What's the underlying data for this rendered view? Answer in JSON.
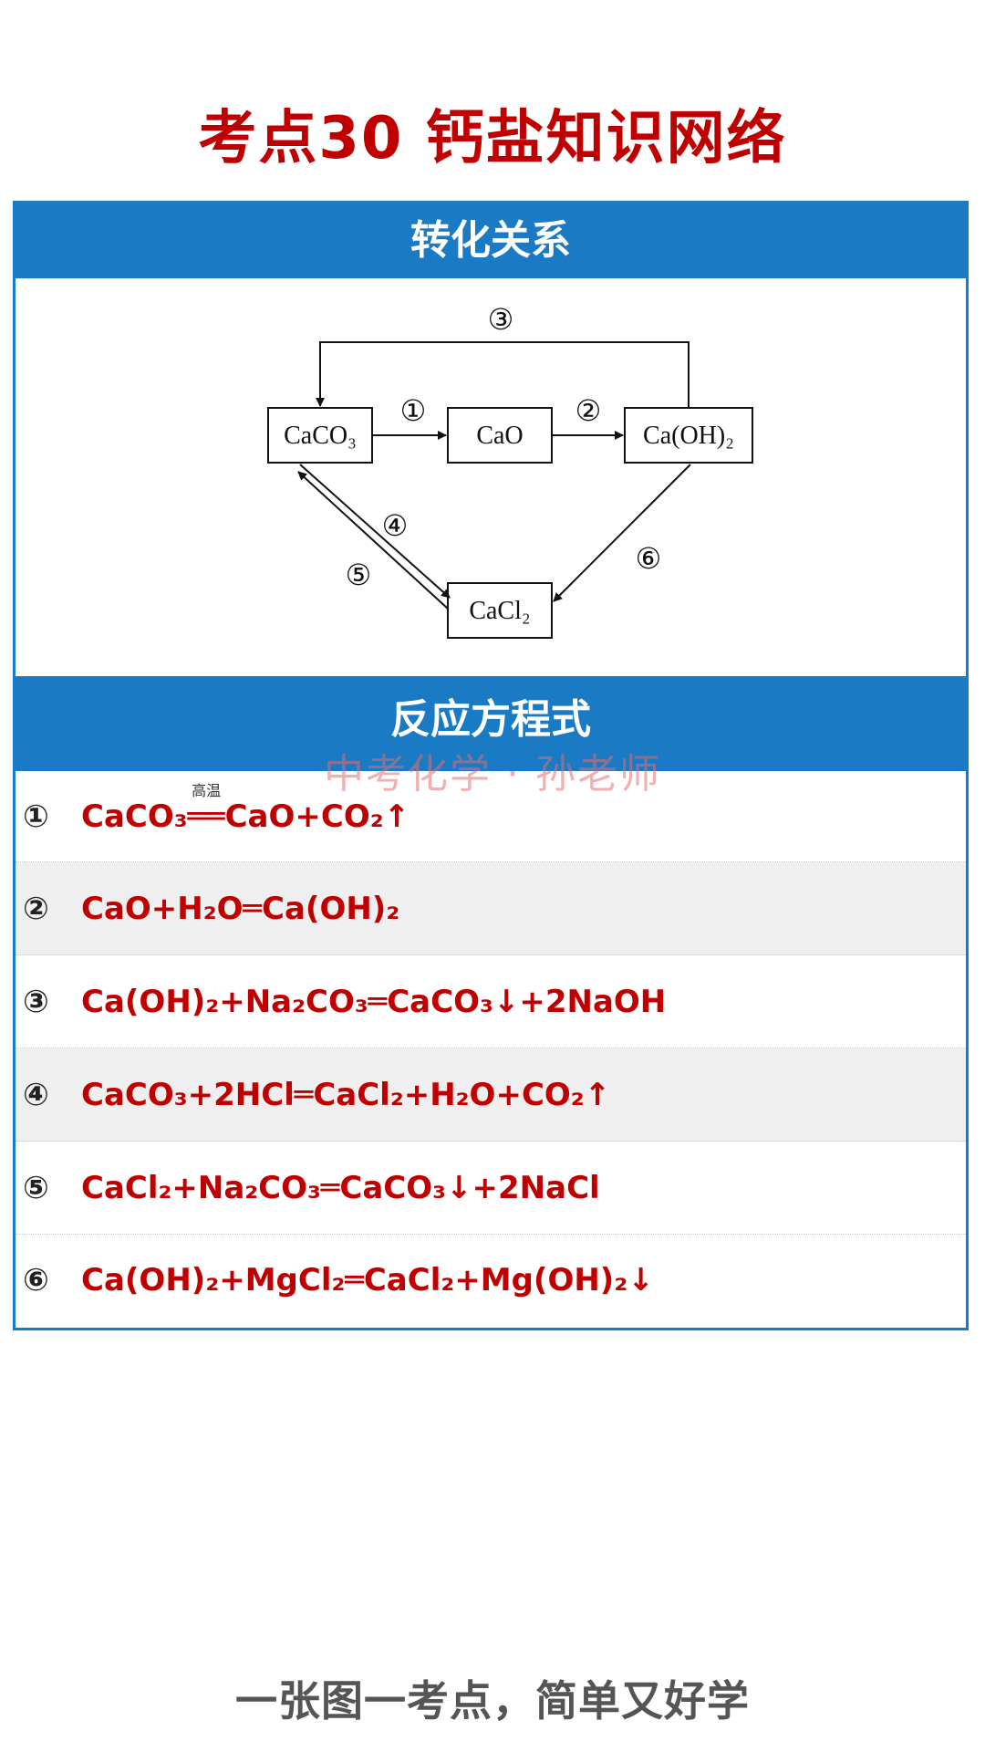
{
  "title": "考点30 钙盐知识网络",
  "section1": {
    "heading": "转化关系"
  },
  "diagram": {
    "nodes": {
      "caco3": "CaCO₃",
      "cao": "CaO",
      "caoh2": "Ca(OH)₂",
      "cacl2": "CaCl₂"
    },
    "labels": {
      "r1": "①",
      "r2": "②",
      "r3": "③",
      "r4": "④",
      "r5": "⑤",
      "r6": "⑥"
    }
  },
  "section2": {
    "heading": "反应方程式"
  },
  "watermark": "中考化学 · 孙老师",
  "reactions": [
    {
      "num": "①",
      "eq_a": "CaCO₃",
      "condition": "高温",
      "eq_b": "CaO+CO₂↑"
    },
    {
      "num": "②",
      "eq": "CaO+H₂O═Ca(OH)₂"
    },
    {
      "num": "③",
      "eq": "Ca(OH)₂+Na₂CO₃═CaCO₃↓+2NaOH"
    },
    {
      "num": "④",
      "eq": "CaCO₃+2HCl═CaCl₂+H₂O+CO₂↑"
    },
    {
      "num": "⑤",
      "eq": "CaCl₂+Na₂CO₃═CaCO₃↓+2NaCl"
    },
    {
      "num": "⑥",
      "eq": "Ca(OH)₂+MgCl₂═CaCl₂+Mg(OH)₂↓"
    }
  ],
  "footer": "一张图一考点，简单又好学"
}
